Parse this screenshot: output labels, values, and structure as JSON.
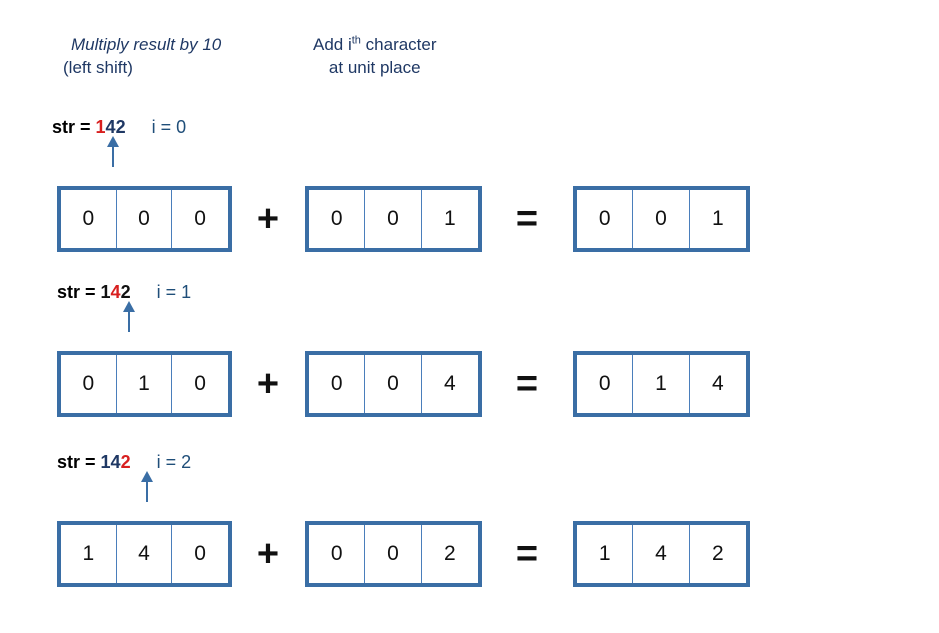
{
  "captions": {
    "multiply": {
      "line1": "Multiply result by 10",
      "line2": "(left shift)"
    },
    "add": {
      "line1_pre": "Add i",
      "line1_sup": "th",
      "line1_post": " character",
      "line2": "at unit place"
    }
  },
  "colors": {
    "border_blue": "#3a6ea5",
    "divider_blue": "#4a7ebb",
    "caption_navy": "#1f3864",
    "index_blue": "#1f4e79",
    "highlight_red": "#d81f1f",
    "digit_navy": "#1f3864",
    "digit_black": "#111111"
  },
  "string_value": "142",
  "rows": [
    {
      "str_label": "str = ",
      "digits": [
        {
          "ch": "1",
          "state": "highlight"
        },
        {
          "ch": "4",
          "state": "navy"
        },
        {
          "ch": "2",
          "state": "navy"
        }
      ],
      "index_label": "i = 0",
      "caret_index": 0,
      "left_operand": [
        "0",
        "0",
        "0"
      ],
      "plus_op": "+",
      "right_operand": [
        "0",
        "0",
        "1"
      ],
      "equals_op": "=",
      "result": [
        "0",
        "0",
        "1"
      ]
    },
    {
      "str_label": "str = ",
      "digits": [
        {
          "ch": "1",
          "state": "black"
        },
        {
          "ch": "4",
          "state": "highlight"
        },
        {
          "ch": "2",
          "state": "black"
        }
      ],
      "index_label": "i = 1",
      "caret_index": 1,
      "left_operand": [
        "0",
        "1",
        "0"
      ],
      "plus_op": "+",
      "right_operand": [
        "0",
        "0",
        "4"
      ],
      "equals_op": "=",
      "result": [
        "0",
        "1",
        "4"
      ]
    },
    {
      "str_label": "str = ",
      "digits": [
        {
          "ch": "1",
          "state": "navy"
        },
        {
          "ch": "4",
          "state": "navy"
        },
        {
          "ch": "2",
          "state": "highlight"
        }
      ],
      "index_label": "i = 2",
      "caret_index": 2,
      "left_operand": [
        "1",
        "4",
        "0"
      ],
      "plus_op": "+",
      "right_operand": [
        "0",
        "0",
        "2"
      ],
      "equals_op": "=",
      "result": [
        "1",
        "4",
        "2"
      ]
    }
  ]
}
